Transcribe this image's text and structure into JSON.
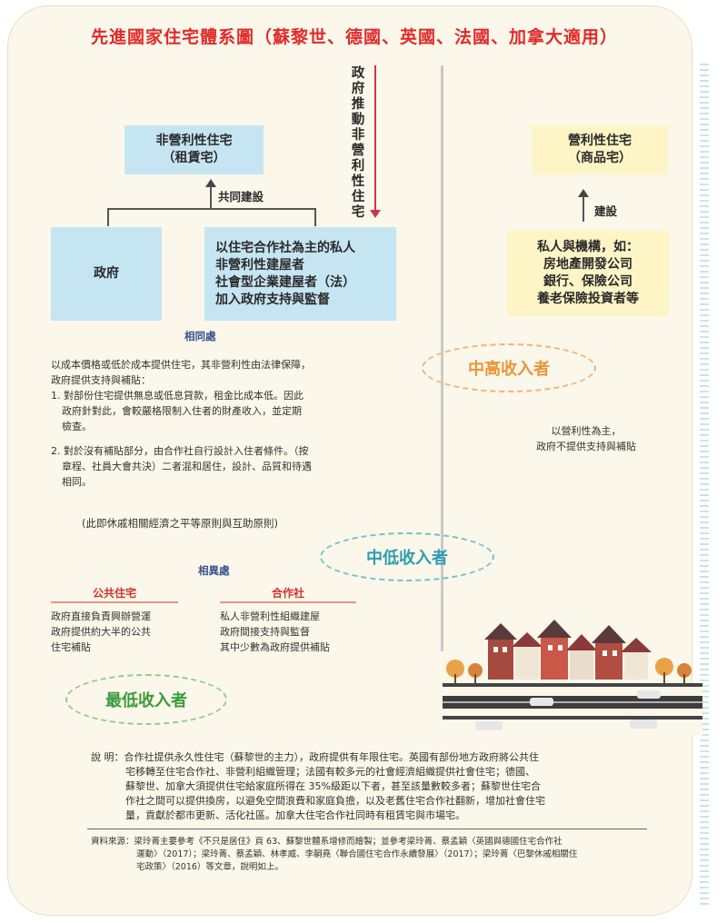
{
  "title": "先進國家住宅體系圖（蘇黎世、德國、英國、法國、加拿大適用）",
  "vertical_label": "政府推動非營利性住宅",
  "left": {
    "top_box": [
      "非營利性住宅",
      "（租賃宅）"
    ],
    "co_build": "共同建設",
    "gov_box": "政府",
    "private_box": [
      "以住宅合作社為主的私人",
      "非營利性建屋者",
      "社會型企業建屋者（法）",
      "加入政府支持與監督"
    ],
    "similar_heading": "相同處",
    "similar_intro": [
      "以成本價格或低於成本提供住宅，其非營利性由法律保障，",
      "政府提供支持與補貼："
    ],
    "similar_point1": [
      "1. 對部份住宅提供無息或低息貸款，租金比成本低。因此",
      "政府針對此，會較嚴格限制入住者的財產收入，並定期",
      "檢查。"
    ],
    "similar_point2": [
      "2. 對於沒有補貼部分，由合作社自行設計入住者條件。（按",
      "章程、社員大會共決）二者混和居住，設計、品質和待遇",
      "相同。"
    ],
    "principle": "(此即休戚相關經濟之平等原則與互助原則)",
    "mid_low": "中低收入者",
    "diff_heading": "相異處",
    "public_head": "公共住宅",
    "public_body": [
      "政府直接負責興辦營運",
      "政府提供約大半的公共",
      "住宅補貼"
    ],
    "coop_head": "合作社",
    "coop_body": [
      "私人非營利性組織建屋",
      "政府間接支持與監督",
      "其中少數為政府提供補貼"
    ],
    "lowest": "最低收入者"
  },
  "right": {
    "top_box": [
      "營利性住宅",
      "（商品宅）"
    ],
    "build": "建設",
    "private_box": [
      "私人與機構，如：",
      "房地產開發公司",
      "銀行、保險公司",
      "養老保險投資者等"
    ],
    "mid_high": "中高收入者",
    "note": [
      "以營利性為主，",
      "政府不提供支持與補貼"
    ]
  },
  "explanation": [
    "說 明：合作社提供永久性住宅（蘇黎世的主力），政府提供有年限住宅。英國有部份地方政府將公共住",
    "宅移轉至住宅合作社、非營利組織管理；法國有較多元的社會經濟組織提供社會住宅；德國、",
    "蘇黎世、加拿大須提供住宅給家庭所得在 35%級距以下者，甚至該量數較多者；蘇黎世住宅合",
    "作社之間可以提供換房，以避免空間浪費和家庭負擔，以及老舊住宅合作社翻新，增加社會住宅",
    "量，貢獻於都市更新、活化社區。加拿大住宅合作社同時有租賃宅與市場宅。"
  ],
  "source": [
    "資料來源：梁玲菁主要參考《不只是居住》頁 63、蘇黎世體系增修而繪製；並參考梁玲菁、蔡孟穎〈英國與德國住宅合作社",
    "運動〉（2017）；梁玲菁、蔡孟穎、林孝威、李嗣堯〈聯合國住宅合作永續發展〉（2017）；梁玲菁〈巴黎休戚相關住",
    "宅政策〉（2016）等文章，說明如上。"
  ],
  "colors": {
    "title": "#e02b2b",
    "blue_box": "#c6e5f2",
    "yellow_box": "#fdf5c5",
    "mid_high": "#e8963a",
    "mid_low": "#2e9db0",
    "lowest": "#3a9b3a"
  }
}
